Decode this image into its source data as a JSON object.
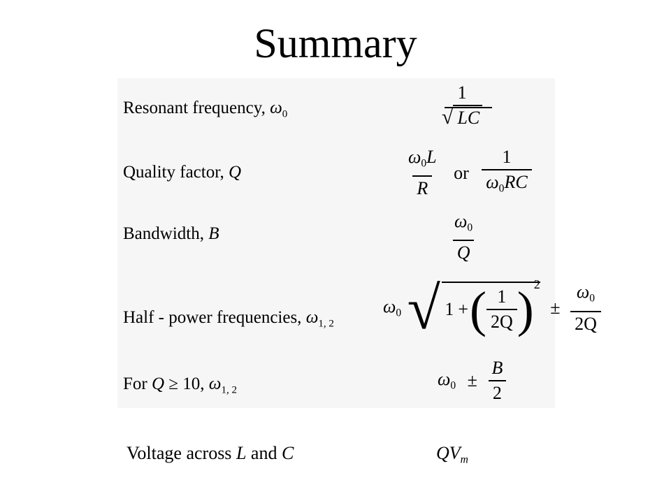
{
  "title": "Summary",
  "rows": [
    {
      "label": "Resonant frequency,",
      "symbol": "ω",
      "sub": "0",
      "formula": {
        "num": "1",
        "den_radical": "LC"
      }
    },
    {
      "label": "Quality factor,",
      "symbol": "Q",
      "formula": {
        "left_num_sym": "ω",
        "left_num_sub": "0",
        "left_num_var": "L",
        "left_den": "R",
        "or": "or",
        "right_num": "1",
        "right_den_sym": "ω",
        "right_den_sub": "0",
        "right_den_var": "RC"
      }
    },
    {
      "label": "Bandwidth,",
      "symbol": "B",
      "formula": {
        "num_sym": "ω",
        "num_sub": "0",
        "den": "Q"
      }
    },
    {
      "label": "Half - power frequencies,",
      "symbol": "ω",
      "sub": "1, 2",
      "formula": {
        "lead_sym": "ω",
        "lead_sub": "0",
        "one": "1",
        "plus": "+",
        "inner_num": "1",
        "inner_den": "2Q",
        "power": "2",
        "pm": "±",
        "tail_num_sym": "ω",
        "tail_num_sub": "0",
        "tail_den": "2Q"
      }
    },
    {
      "label_prefix": "For",
      "label_var": "Q",
      "label_cond": "≥ 10,",
      "symbol": "ω",
      "sub": "1, 2",
      "formula": {
        "lead_sym": "ω",
        "lead_sub": "0",
        "pm": "±",
        "num": "B",
        "den": "2"
      }
    }
  ],
  "footer": {
    "label_pre": "Voltage across",
    "var1": "L",
    "and": "and",
    "var2": "C",
    "value_main": "QV",
    "value_sub": "m"
  }
}
